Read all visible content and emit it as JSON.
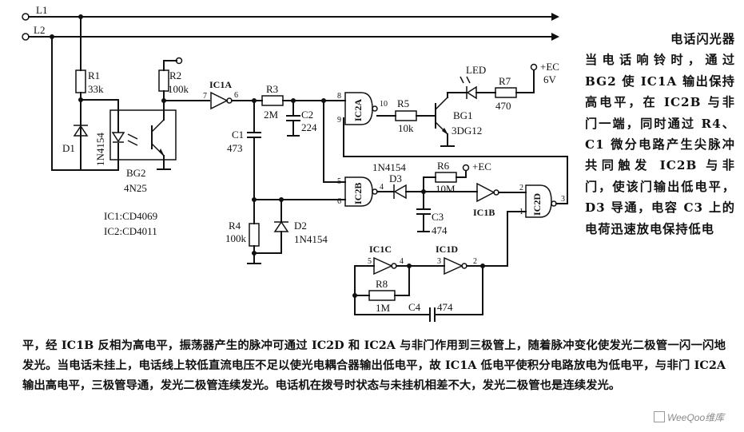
{
  "labels": {
    "L1": "L1",
    "L2": "L2",
    "R1": "R1",
    "R1_val": "33k",
    "R2": "R2",
    "R2_val": "100k",
    "D1": "D1",
    "D1_type": "1N4154",
    "BG2": "BG2",
    "BG2_type": "4N25",
    "IC1A": "IC1A",
    "R3": "R3",
    "R3_val": "2M",
    "C2": "C2",
    "C2_val": "224",
    "C1": "C1",
    "C1_val": "473",
    "IC2A": "IC2A",
    "R5": "R5",
    "R5_val": "10k",
    "BG1": "BG1",
    "BG1_type": "3DG12",
    "LED": "LED",
    "R7": "R7",
    "R7_val": "470",
    "EC1": "+EC",
    "EC1_val": "6V",
    "IC2B": "IC2B",
    "D3_type": "1N4154",
    "D3": "D3",
    "R6": "R6",
    "EC2": "+EC",
    "R6_val": "10M",
    "IC1B": "IC1B",
    "IC2D": "IC2D",
    "C3": "C3",
    "C3_val": "474",
    "R4": "R4",
    "R4_val": "100k",
    "D2": "D2",
    "D2_type": "1N4154",
    "IC1_part": "IC1:CD4069",
    "IC2_part": "IC2:CD4011",
    "IC1C": "IC1C",
    "IC1D": "IC1D",
    "R8": "R8",
    "R8_val": "1M",
    "C4": "C4",
    "C4_val": "474"
  },
  "pins": {
    "ic1a_in": "7",
    "ic1a_out": "6",
    "ic2a_in1": "8",
    "ic2a_in2": "9",
    "ic2a_out": "10",
    "ic2b_in1": "5",
    "ic2b_in2": "6",
    "ic2b_out": "4",
    "ic2d_in1": "2",
    "ic2d_in2": "1",
    "ic2d_out": "3",
    "ic1c_in": "5",
    "ic1c_out": "4",
    "ic1d_in": "3",
    "ic1d_out": "2"
  },
  "description": {
    "title": "电话闪光器",
    "side": "当电话响铃时，通过 BG2 使 IC1A 输出保持高电平，在 IC2B 与非门一端，同时通过 R4、C1 微分电路产生尖脉冲共同触发 IC2B 与非门，使该门输出低电平，D3 导通，电容 C3 上的电荷迅速放电保持低电",
    "bottom": "平，经 IC1B 反相为高电平，振荡器产生的脉冲可通过 IC2D 和 IC2A 与非门作用到三极管上，随着脉冲变化使发光二极管一闪一闪地发光。当电话未挂上，电话线上较低直流电压不足以使光电耦合器输出低电平，故 IC1A 低电平使积分电路放电为低电平，与非门 IC2A 输出高电平，三极管导通，发光二极管连续发光。电话机在拨号时状态与未挂机相差不大，发光二极管也是连续发光。"
  },
  "watermark": "WeeQoo维库"
}
